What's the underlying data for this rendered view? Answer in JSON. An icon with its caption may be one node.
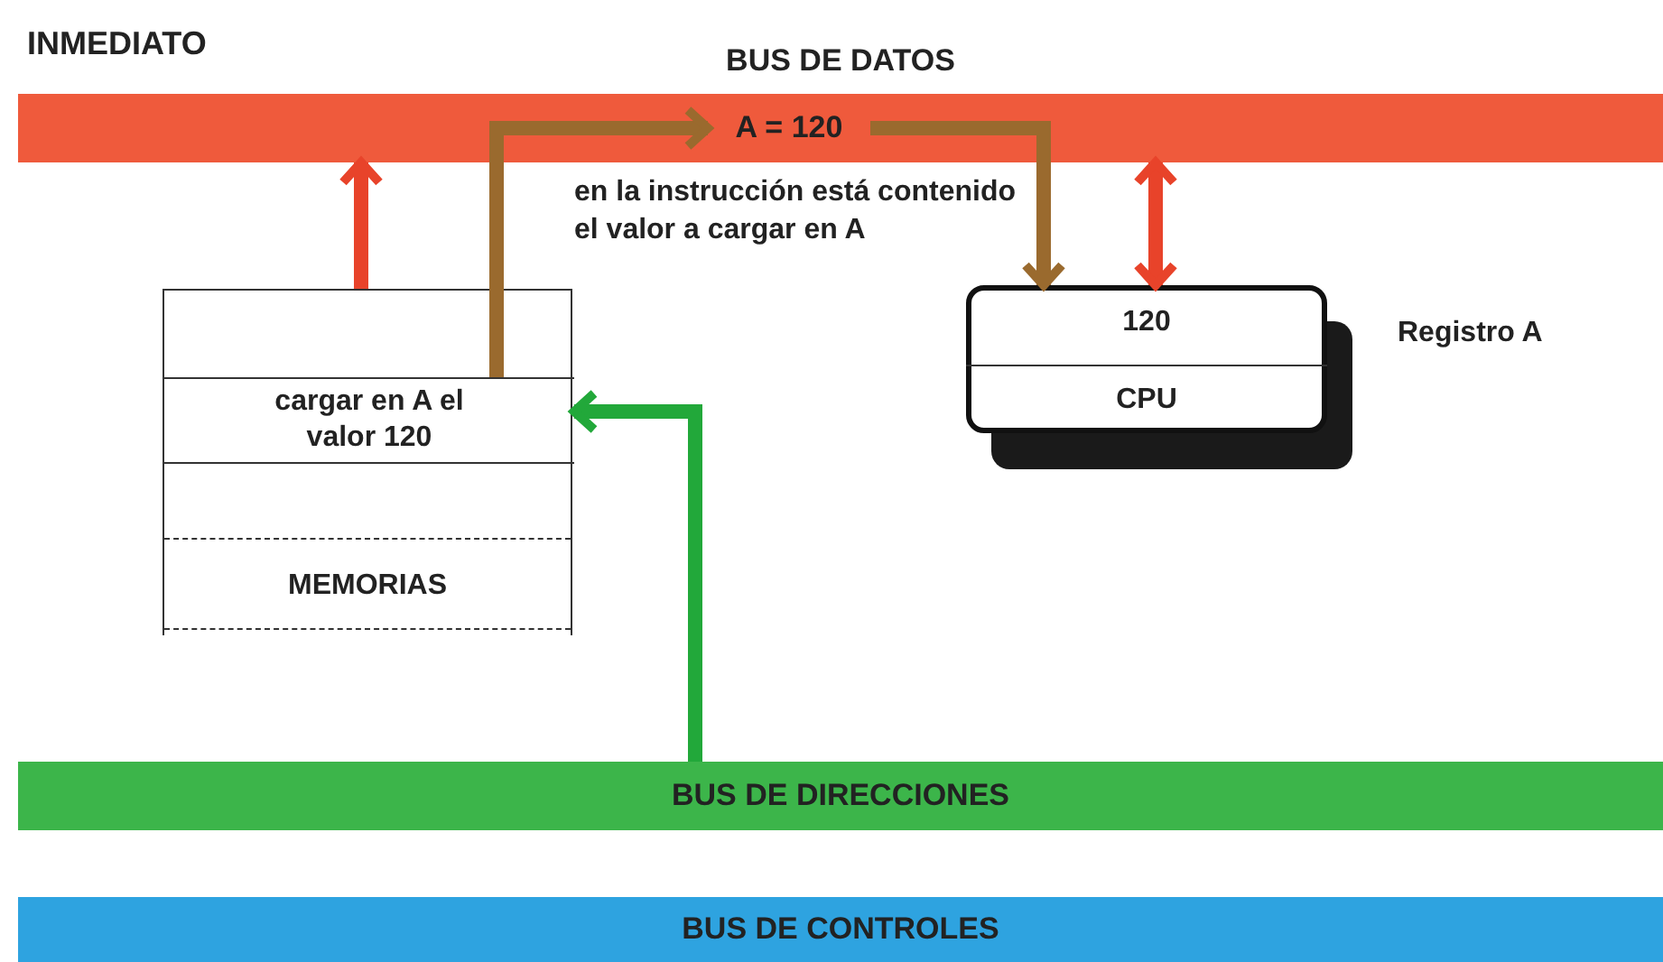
{
  "diagram": {
    "title": "INMEDIATO",
    "nodes": [
      {
        "text": [
          "BUS DE DATOS"
        ]
      },
      {
        "text": [
          "A = 120"
        ],
        "in": 0
      },
      {
        "text": [
          "MEMORIAS"
        ]
      },
      {
        "text": [
          "cargar en A el valor 120"
        ],
        "in": 2
      },
      {
        "text": [
          "CPU"
        ]
      },
      {
        "text": [
          "120"
        ],
        "in": 4,
        "beside": [
          "Registro A"
        ]
      },
      {
        "text": [
          "BUS DE DIRECCIONES"
        ]
      },
      {
        "text": [
          "BUS DE CONTROLES"
        ]
      }
    ],
    "edges": [
      {
        "from": 2,
        "to": 0,
        "arrow": "to",
        "color": "#e8432a"
      },
      {
        "from": 3,
        "to": 1,
        "arrow": "to",
        "color": "#9a6a2e"
      },
      {
        "from": 1,
        "to": 5,
        "arrow": "to",
        "color": "#9a6a2e"
      },
      {
        "from": 0,
        "to": 4,
        "arrow": "both",
        "color": "#e8432a"
      },
      {
        "from": 6,
        "to": 3,
        "arrow": "to",
        "color": "#22a83a"
      }
    ],
    "labels": [
      "en la instrucción está contenido el valor a cargar en A"
    ]
  }
}
